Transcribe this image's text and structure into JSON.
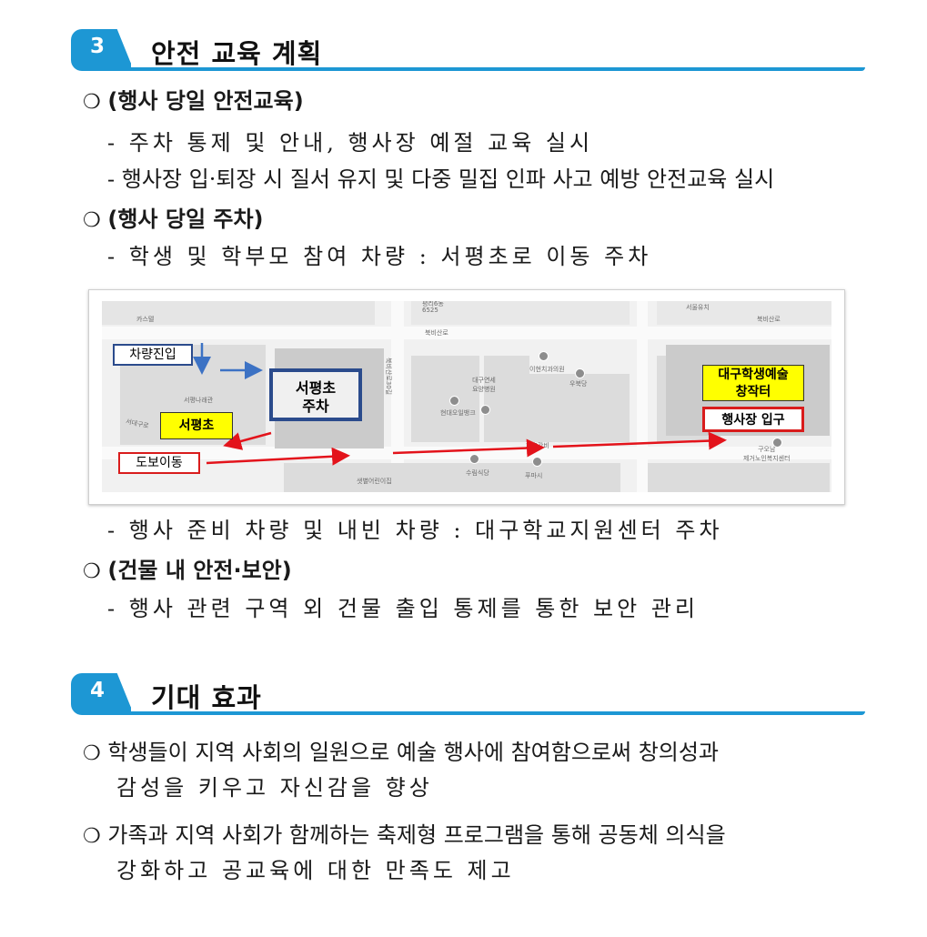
{
  "section3": {
    "number": "3",
    "title": "안전 교육 계획",
    "items": [
      {
        "bullet": "❍",
        "heading": "(행사 당일 안전교육)"
      },
      {
        "dash": "-",
        "text": "주차 통제 및 안내, 행사장 예절 교육 실시"
      },
      {
        "dash": "-",
        "text": "행사장 입·퇴장 시 질서 유지 및 다중 밀집 인파 사고 예방 안전교육 실시"
      },
      {
        "bullet": "❍",
        "heading": "(행사 당일 주차)"
      },
      {
        "dash": "-",
        "text": "학생 및 학부모 참여 차량 : 서평초로 이동 주차"
      },
      {
        "dash": "-",
        "text": "행사 준비 차량 및 내빈 차량 : 대구학교지원센터 주차"
      },
      {
        "bullet": "❍",
        "heading": "(건물 내 안전·보안)"
      },
      {
        "dash": "-",
        "text": "행사 관련 구역 외 건물 출입 통제를 통한 보안 관리"
      }
    ]
  },
  "map": {
    "labels": {
      "vehicle_entry": "차량진입",
      "parking": "서평초\n주차",
      "school": "서평초",
      "walk": "도보이동",
      "center": "대구학생예술\n창작터",
      "venue_entrance": "행사장 입구"
    },
    "place_names": {
      "cafe": "카스텔",
      "hall": "서평나래관",
      "road_north": "북비산로",
      "road_vertical": "북비산로30길",
      "hospital": "대구연세\n요양병원",
      "bank": "현대오일뱅크",
      "dental": "이현치과의원",
      "udang": "우북당",
      "nursery": "샛별어린이집",
      "restaurant": "수림식당",
      "store": "푸마시",
      "welfare": "구오남\n제거노인복지센터",
      "street": "서대구로",
      "top_center": "평리6동\n6525",
      "top_right": "서울유치",
      "road_ne": "북비산로",
      "junction": "화춘감비"
    },
    "colors": {
      "blue_arrow": "#3c72c4",
      "red_arrow": "#e3131b",
      "yellow": "#ffff00",
      "blue_border": "#2b4b8c",
      "red_border": "#d91c1c"
    }
  },
  "section4": {
    "number": "4",
    "title": "기대 효과",
    "items": [
      {
        "bullet": "❍",
        "line1": "학생들이 지역 사회의 일원으로 예술 행사에 참여함으로써 창의성과",
        "line2": "감성을 키우고 자신감을 향상"
      },
      {
        "bullet": "❍",
        "line1": "가족과 지역 사회가 함께하는 축제형 프로그램을 통해 공동체 의식을",
        "line2": "강화하고 공교육에 대한 만족도 제고"
      }
    ]
  }
}
